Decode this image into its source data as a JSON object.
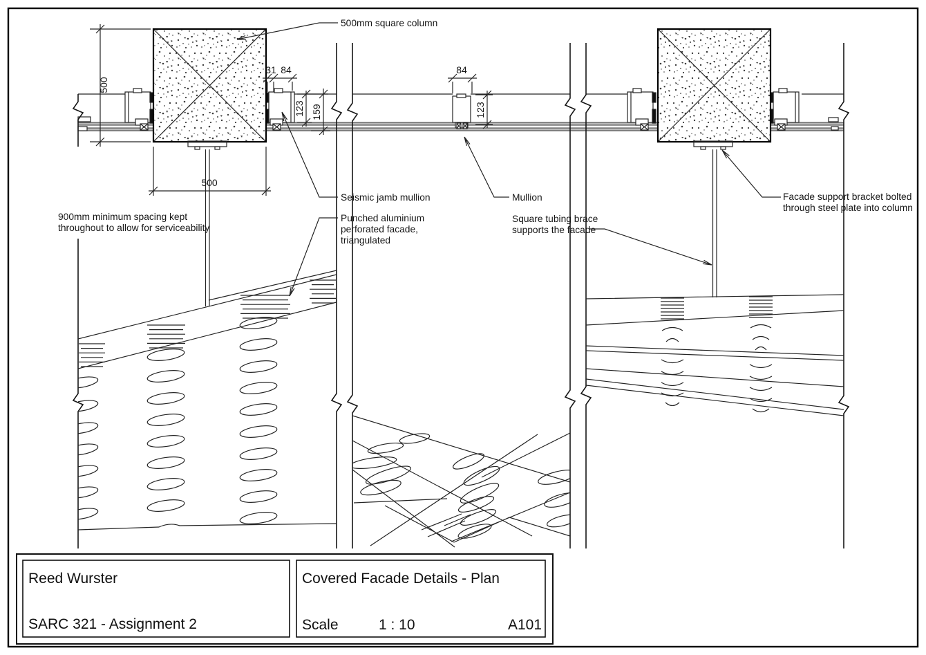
{
  "sheet": {
    "annotations": {
      "column_note": "500mm square column",
      "spacing_note_line1": "900mm minimum spacing kept",
      "spacing_note_line2": "throughout to allow for serviceability",
      "seismic_mullion_note": "Seismic jamb mullion",
      "perforated_facade_note_line1": "Punched aluminium",
      "perforated_facade_note_line2": "perforated facade,",
      "perforated_facade_note_line3": "triangulated",
      "mullion_note": "Mullion",
      "brace_note_line1": "Square tubing  brace",
      "brace_note_line2": "supports the facade",
      "bracket_note_line1": "Facade support bracket bolted",
      "bracket_note_line2": "through steel plate into column"
    },
    "dimensions": {
      "column_height": "500",
      "column_width": "500",
      "plate_offset": "31",
      "jamb_mullion_width": "84",
      "jamb_mullion_depth": "123",
      "jamb_total_depth": "159",
      "mullion_width": "84",
      "mullion_depth": "123"
    },
    "title_block": {
      "author": "Reed Wurster",
      "course": "SARC 321 - Assignment 2",
      "drawing_title": "Covered Facade Details - Plan",
      "scale_label": "Scale",
      "scale_value": "1 : 10",
      "sheet_number": "A101"
    }
  }
}
